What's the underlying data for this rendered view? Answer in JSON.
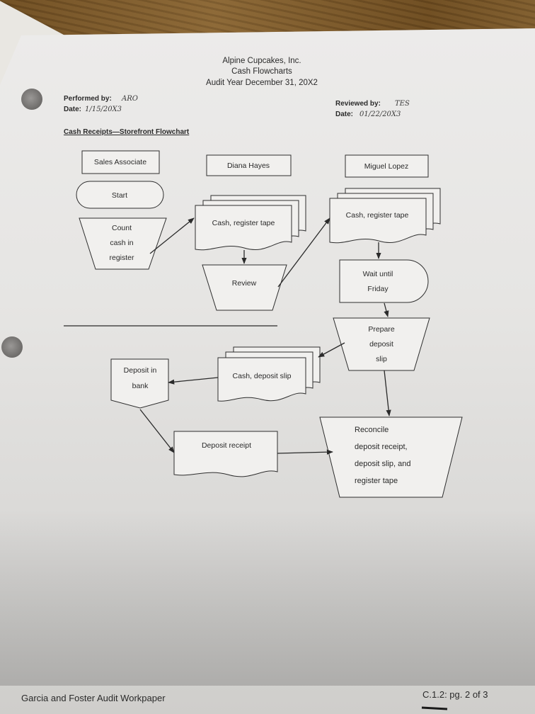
{
  "header": {
    "company": "Alpine Cupcakes, Inc.",
    "doc_title": "Cash Flowcharts",
    "audit_year": "Audit Year December 31, 20X2"
  },
  "signoff": {
    "performed_by_label": "Performed by:",
    "performed_by_value": "ARO",
    "performed_date_label": "Date:",
    "performed_date_value": "1/15/20X3",
    "reviewed_by_label": "Reviewed by:",
    "reviewed_by_value": "TES",
    "reviewed_date_label": "Date:",
    "reviewed_date_value": "01/22/20X3"
  },
  "section_title": "Cash Receipts—Storefront Flowchart",
  "columns": {
    "sales_associate": "Sales Associate",
    "diana": "Diana Hayes",
    "miguel": "Miguel Lopez"
  },
  "nodes": {
    "start": "Start",
    "count": [
      "Count",
      "cash in",
      "register"
    ],
    "doc_diana": "Cash, register tape",
    "review": "Review",
    "doc_miguel": "Cash, register tape",
    "wait": [
      "Wait until",
      "Friday"
    ],
    "prepare": [
      "Prepare",
      "deposit",
      "slip"
    ],
    "deposit_doc": "Cash, deposit slip",
    "deposit_bank": [
      "Deposit in",
      "bank"
    ],
    "receipt": "Deposit receipt",
    "reconcile": [
      "Reconcile",
      "deposit receipt,",
      "deposit slip, and",
      "register tape"
    ]
  },
  "footer": {
    "left": "Garcia and Foster Audit Workpaper",
    "right": "C.1.2: pg. 2 of 3"
  }
}
